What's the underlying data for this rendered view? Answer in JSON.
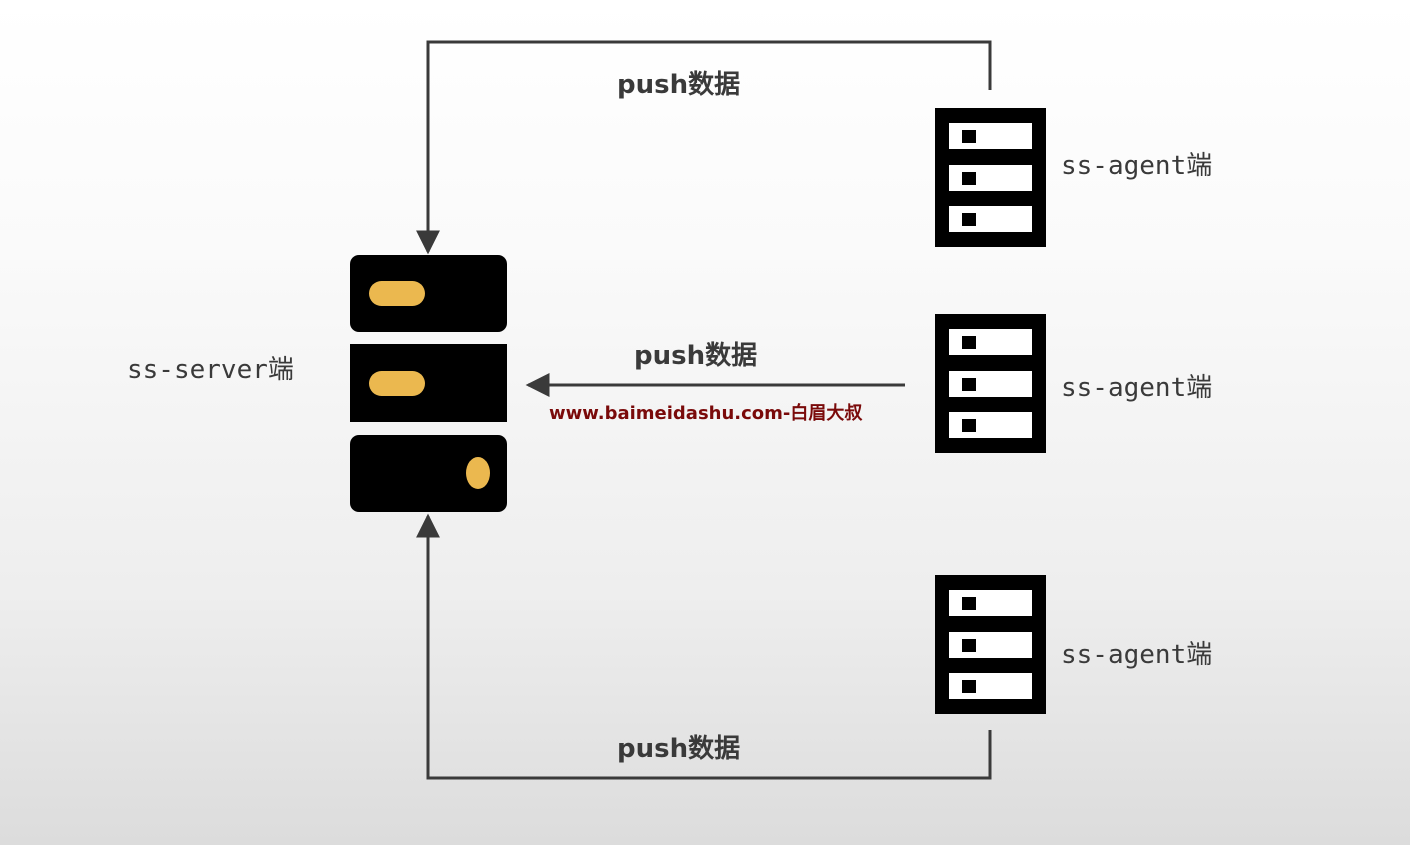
{
  "diagram": {
    "server": {
      "label": "ss-server端",
      "accent_color": "#EBB84F",
      "body_color": "#000000"
    },
    "agents": [
      {
        "label": "ss-agent端"
      },
      {
        "label": "ss-agent端"
      },
      {
        "label": "ss-agent端"
      }
    ],
    "edges": [
      {
        "from": "ss-agent端 (top)",
        "to": "ss-server端",
        "label": "push数据"
      },
      {
        "from": "ss-agent端 (middle)",
        "to": "ss-server端",
        "label": "push数据"
      },
      {
        "from": "ss-agent端 (bottom)",
        "to": "ss-server端",
        "label": "push数据"
      }
    ],
    "line_color": "#3a3a3a",
    "watermark": "www.baimeidashu.com-白眉大叔",
    "watermark_color": "#7A0A0A"
  }
}
